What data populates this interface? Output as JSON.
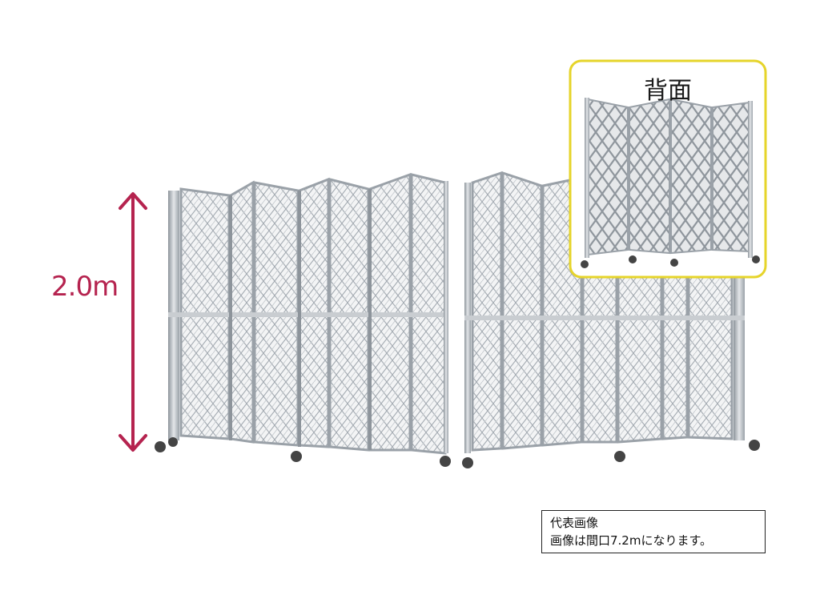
{
  "height_label": "2.0m",
  "inset": {
    "title": "背面",
    "border_color": "#e6d42a"
  },
  "note": {
    "line1": "代表画像",
    "line2": "画像は間口7.2mになります。"
  },
  "colors": {
    "arrow": "#b5234f",
    "frame": "#bfc4ca",
    "mesh": "#9aa1a8"
  }
}
